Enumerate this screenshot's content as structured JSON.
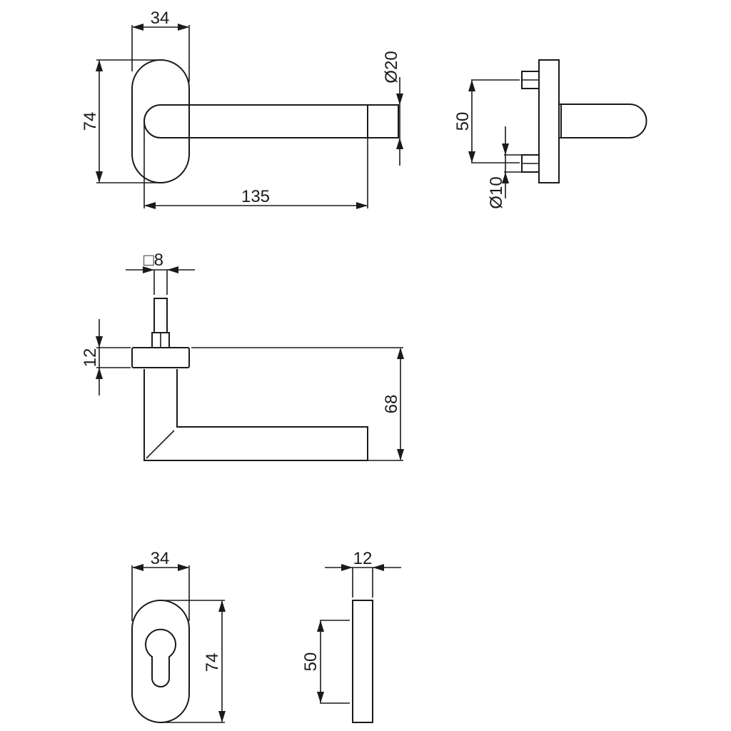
{
  "drawing": {
    "title": "Lever handle on oval rose with matching escutcheon - dimension drawing",
    "line_color": "#1a1a1a",
    "background": "#ffffff"
  },
  "views": {
    "front": {
      "rose_width": "34",
      "rose_height": "74",
      "handle_length": "135",
      "handle_diameter": "Ø20"
    },
    "side": {
      "pin_spacing": "50",
      "pin_diameter": "Ø10"
    },
    "top": {
      "spindle_square": "□8",
      "rose_thickness": "12",
      "handle_projection": "68"
    },
    "escutcheon_front": {
      "width": "34",
      "height": "74"
    },
    "escutcheon_side": {
      "thickness": "12",
      "fixing_spacing": "50"
    }
  }
}
